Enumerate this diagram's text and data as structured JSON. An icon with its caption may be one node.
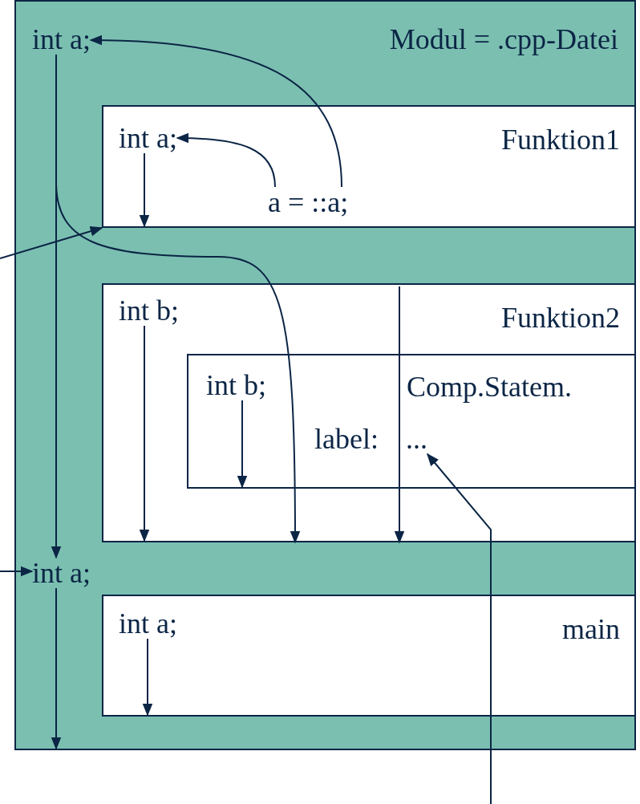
{
  "diagram": {
    "nodes": [
      {
        "text": [
          "Modul = .cpp-Datei"
        ]
      },
      {
        "text": [
          "int a;"
        ],
        "in": 0
      },
      {
        "text": [
          "Funktion1"
        ],
        "in": 0
      },
      {
        "text": [
          "int a;"
        ],
        "in": 2
      },
      {
        "text": [
          "a = ::a;"
        ],
        "in": 2
      },
      {
        "text": [
          "Funktion2"
        ],
        "in": 0
      },
      {
        "text": [
          "int b;"
        ],
        "in": 5
      },
      {
        "text": [
          "Comp.Statem."
        ],
        "in": 5
      },
      {
        "text": [
          "int b;"
        ],
        "in": 7
      },
      {
        "text": [
          "label:"
        ],
        "in": 7
      },
      {
        "text": [
          "..."
        ],
        "in": 7
      },
      {
        "text": [
          "int a;"
        ],
        "in": 0
      },
      {
        "text": [
          "main"
        ],
        "in": 0
      },
      {
        "text": [
          "int a;"
        ],
        "in": 12
      }
    ],
    "edges": [
      {
        "from": 4,
        "to": 1,
        "arrow": "to"
      },
      {
        "from": 4,
        "to": 3,
        "arrow": "to"
      },
      {
        "from": 1,
        "to": 11,
        "arrow": "to"
      },
      {
        "from": 1,
        "to": 5,
        "arrow": "to"
      },
      {
        "from": null,
        "to": 2,
        "arrow": "to"
      },
      {
        "from": 3,
        "to": null,
        "arrow": "to"
      },
      {
        "from": null,
        "to": 5,
        "arrow": "to"
      },
      {
        "from": 6,
        "to": null,
        "arrow": "to"
      },
      {
        "from": 8,
        "to": null,
        "arrow": "to"
      },
      {
        "from": null,
        "to": 10,
        "arrow": "to"
      },
      {
        "from": null,
        "to": 11,
        "arrow": "to"
      },
      {
        "from": 11,
        "to": null,
        "arrow": "to"
      },
      {
        "from": 13,
        "to": null,
        "arrow": "to"
      }
    ]
  }
}
